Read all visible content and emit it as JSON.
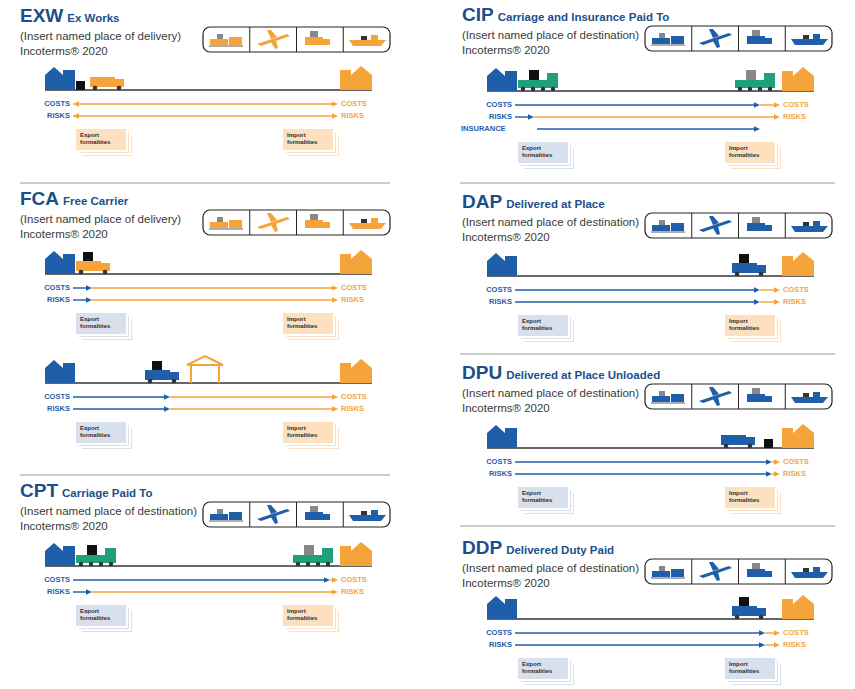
{
  "diagram": {
    "nodes": [
      {
        "text": [
          "Export formalities"
        ]
      },
      {
        "text": [
          "Import formalities"
        ]
      },
      {
        "text": [
          "Export formalities"
        ]
      },
      {
        "text": [
          "Import formalities"
        ]
      },
      {
        "text": [
          "Export formalities"
        ]
      },
      {
        "text": [
          "Import formalities"
        ]
      },
      {
        "text": [
          "Export formalities"
        ]
      },
      {
        "text": [
          "Import formalities"
        ]
      },
      {
        "text": [
          "Export formalities"
        ]
      },
      {
        "text": [
          "Import formalities"
        ]
      },
      {
        "text": [
          "Export formalities"
        ]
      },
      {
        "text": [
          "Import formalities"
        ]
      },
      {
        "text": [
          "Export formalities"
        ]
      },
      {
        "text": [
          "Import formalities"
        ]
      },
      {
        "text": [
          "Export formalities"
        ]
      },
      {
        "text": [
          "Import formalities"
        ]
      }
    ],
    "labels": [
      "EXW",
      "Ex Works",
      "(Insert named place of delivery) Incoterms® 2020",
      "COSTS",
      "COSTS",
      "RISKS",
      "RISKS",
      "FCA",
      "Free Carrier",
      "(Insert named place of delivery) Incoterms® 2020",
      "COSTS",
      "COSTS",
      "RISKS",
      "RISKS",
      "COSTS",
      "COSTS",
      "RISKS",
      "RISKS",
      "CPT",
      "Carriage Paid To",
      "(Insert named place of destination) Incoterms® 2020",
      "COSTS",
      "COSTS",
      "RISKS",
      "RISKS",
      "CIP",
      "Carriage and Insurance Paid To",
      "(Insert named place of destination) Incoterms® 2020",
      "COSTS",
      "COSTS",
      "RISKS",
      "RISKS",
      "INSURANCE",
      "DAP",
      "Delivered at Place",
      "(Insert named place of destination) Incoterms® 2020",
      "COSTS",
      "COSTS",
      "RISKS",
      "RISKS",
      "DPU",
      "Delivered at Place Unloaded",
      "(Insert named place of destination) Incoterms® 2020",
      "COSTS",
      "COSTS",
      "RISKS",
      "RISKS",
      "DDP",
      "Delivered Duty Paid",
      "(Insert named place of destination) Incoterms® 2020",
      "COSTS",
      "COSTS",
      "RISKS",
      "RISKS"
    ]
  }
}
